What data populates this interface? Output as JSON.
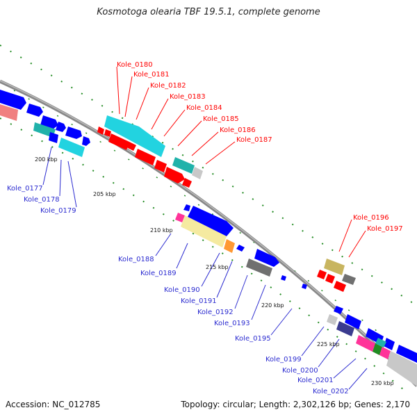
{
  "title": "Kosmotoga olearia TBF 19.5.1, complete genome",
  "accession": "Accession: NC_012785",
  "topology": "Topology: circular; Length: 2,302,126 bp; Genes: 2,170",
  "kbp_labels": [
    "200 kbp",
    "205 kbp",
    "210 kbp",
    "215 kbp",
    "220 kbp",
    "225 kbp",
    "230 kbp"
  ],
  "red_labels": [
    "Kole_0180",
    "Kole_0181",
    "Kole_0182",
    "Kole_0183",
    "Kole_0184",
    "Kole_0185",
    "Kole_0186",
    "Kole_0187",
    "Kole_0196",
    "Kole_0197"
  ],
  "blue_labels": [
    "Kole_0177",
    "Kole_0178",
    "Kole_0179",
    "Kole_0188",
    "Kole_0189",
    "Kole_0190",
    "Kole_0191",
    "Kole_0192",
    "Kole_0193",
    "Kole_0195",
    "Kole_0199",
    "Kole_0200",
    "Kole_0201",
    "Kole_0202"
  ],
  "colors": {
    "red": "#ff0000",
    "blue": "#0000ff",
    "cyan": "#22d3e0",
    "teal": "#20b2aa",
    "yellow": "#f5eaa0",
    "khaki": "#c8b560",
    "gray": "#707070",
    "lightgray": "#c8c8c8",
    "pink": "#ff3399",
    "salmon": "#f08080",
    "navy": "#3b3b8f",
    "orange": "#ff9933",
    "green": "#228b22"
  }
}
